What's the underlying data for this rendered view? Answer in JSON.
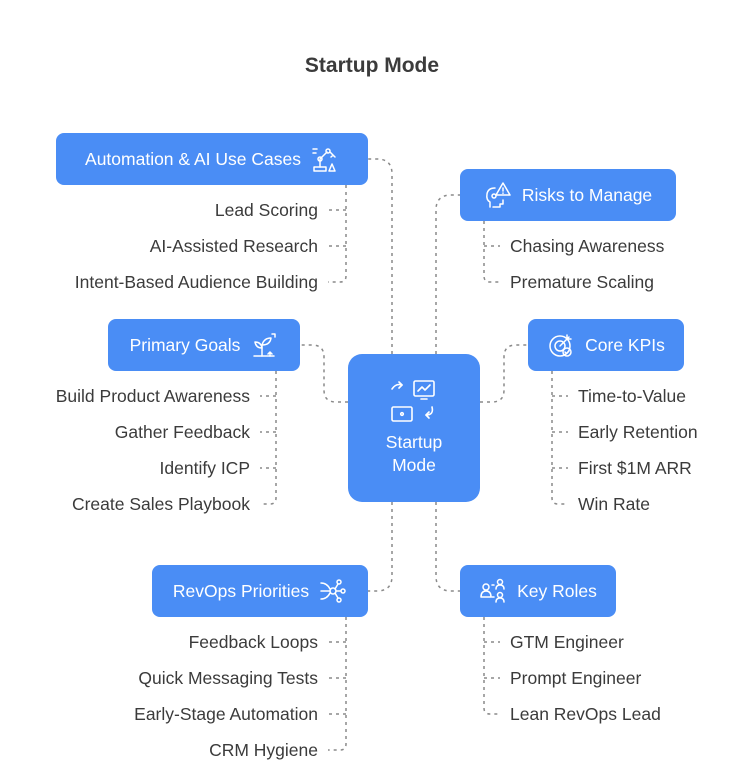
{
  "title": "Startup Mode",
  "center": {
    "line1": "Startup",
    "line2": "Mode",
    "icon": "workflow-icon"
  },
  "colors": {
    "box": "#4a8df5",
    "text": "#3b3b3b",
    "connector": "#8a8a8a"
  },
  "branches": [
    {
      "id": "automation",
      "label": "Automation & AI Use Cases",
      "icon": "robot-arm-icon",
      "items": [
        "Lead Scoring",
        "AI-Assisted Research",
        "Intent-Based Audience Building"
      ]
    },
    {
      "id": "goals",
      "label": "Primary Goals",
      "icon": "plant-growth-icon",
      "items": [
        "Build Product Awareness",
        "Gather Feedback",
        "Identify ICP",
        "Create Sales Playbook"
      ]
    },
    {
      "id": "revops",
      "label": "RevOps Priorities",
      "icon": "network-flow-icon",
      "items": [
        "Feedback Loops",
        "Quick Messaging Tests",
        "Early-Stage Automation",
        "CRM Hygiene"
      ]
    },
    {
      "id": "risks",
      "label": "Risks to Manage",
      "icon": "warning-brain-icon",
      "items": [
        "Chasing Awareness",
        "Premature Scaling"
      ]
    },
    {
      "id": "kpis",
      "label": "Core KPIs",
      "icon": "target-check-icon",
      "items": [
        "Time-to-Value",
        "Early Retention",
        "First $1M ARR",
        "Win Rate"
      ]
    },
    {
      "id": "roles",
      "label": "Key Roles",
      "icon": "team-roles-icon",
      "items": [
        "GTM Engineer",
        "Prompt Engineer",
        "Lean RevOps Lead"
      ]
    }
  ]
}
